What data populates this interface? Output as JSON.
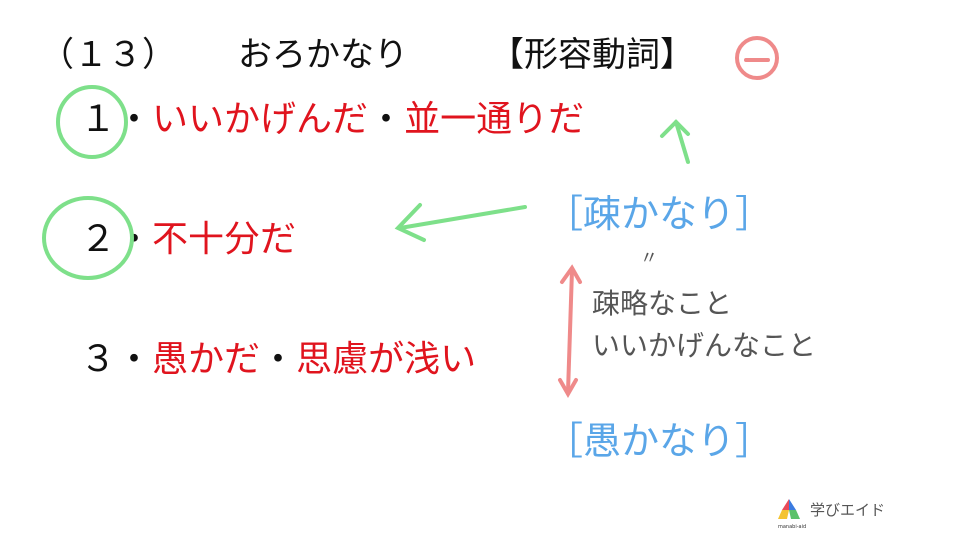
{
  "title": {
    "number": "（１３）",
    "word": "おろかなり",
    "pos": "【形容動詞】"
  },
  "meanings": [
    {
      "num": "１",
      "parts": [
        "いいかげんだ",
        "並一通りだ"
      ],
      "circled": true
    },
    {
      "num": "２",
      "parts": [
        "不十分だ"
      ],
      "circled": true
    },
    {
      "num": "３",
      "parts": [
        "愚かだ",
        "思慮が浅い"
      ],
      "circled": false
    }
  ],
  "separator": "・",
  "annotations": {
    "minus_mark": "ー",
    "kanji1": "［疎かなり］",
    "equals": "〃",
    "note_line1": "疎略なこと",
    "note_line2": "いいかげんなこと",
    "kanji2": "［愚かなり］"
  },
  "logo": {
    "text": "学びエイド",
    "sub": "manabi-aid"
  },
  "colors": {
    "meaning": "#e0141e",
    "annotation_blue": "#5aa6e8",
    "annotation_gray": "#555555",
    "circle_green": "#7ee08a",
    "arrow_pink": "#ef8a8a",
    "minus_pink": "#ef8a8a"
  }
}
